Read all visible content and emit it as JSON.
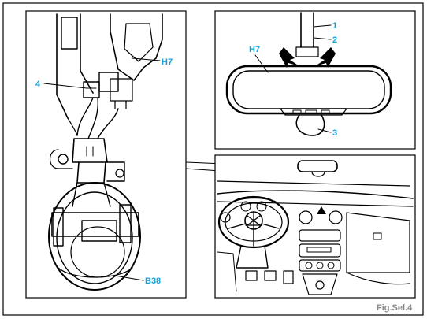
{
  "figure": {
    "caption": "Fig.Sel.4",
    "left_panel": {
      "callouts": {
        "h7": "H7",
        "connector": "4",
        "sensor": "B38"
      }
    },
    "top_right_panel": {
      "callouts": {
        "h7": "H7",
        "part1": "1",
        "part2": "2",
        "part3": "3"
      }
    }
  }
}
